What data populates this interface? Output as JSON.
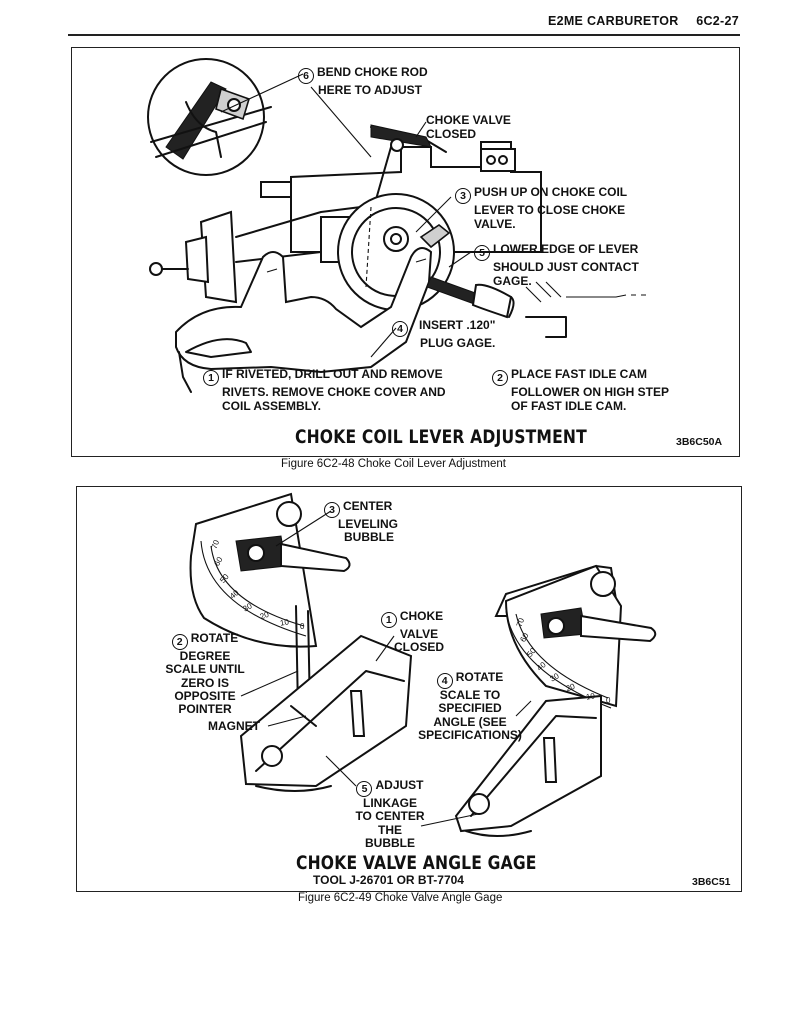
{
  "header": {
    "title": "E2ME CARBURETOR",
    "page": "6C2-27"
  },
  "figure48": {
    "title": "CHOKE COIL LEVER ADJUSTMENT",
    "code": "3B6C50A",
    "caption": "Figure 6C2-48 Choke Coil Lever Adjustment",
    "callouts": [
      {
        "num": "1",
        "lines": [
          "IF RIVETED, DRILL OUT AND REMOVE",
          "RIVETS. REMOVE CHOKE COVER AND",
          "COIL ASSEMBLY."
        ]
      },
      {
        "num": "2",
        "lines": [
          "PLACE FAST IDLE CAM",
          "FOLLOWER ON HIGH STEP",
          "OF FAST IDLE CAM."
        ]
      },
      {
        "num": "3",
        "lines": [
          "PUSH UP ON CHOKE COIL",
          "LEVER TO CLOSE  CHOKE",
          "VALVE."
        ]
      },
      {
        "num": "4",
        "lines": [
          "INSERT .120\"",
          "PLUG GAGE."
        ]
      },
      {
        "num": "5",
        "lines": [
          "LOWER EDGE OF LEVER",
          "SHOULD JUST CONTACT",
          "GAGE."
        ]
      },
      {
        "num": "6",
        "lines": [
          "BEND CHOKE ROD",
          "HERE TO ADJUST"
        ]
      }
    ],
    "valve_label": [
      "CHOKE VALVE",
      "CLOSED"
    ]
  },
  "figure49": {
    "title": "CHOKE VALVE ANGLE GAGE",
    "subtitle": "TOOL J-26701 OR BT-7704",
    "code": "3B6C51",
    "caption": "Figure 6C2-49 Choke Valve Angle Gage",
    "callouts": [
      {
        "num": "1",
        "lines": [
          "CHOKE",
          "VALVE",
          "CLOSED"
        ]
      },
      {
        "num": "2",
        "lines": [
          "ROTATE",
          "DEGREE",
          "SCALE UNTIL",
          "ZERO IS",
          "OPPOSITE",
          "POINTER"
        ]
      },
      {
        "num": "3",
        "lines": [
          "CENTER",
          "LEVELING",
          "BUBBLE"
        ]
      },
      {
        "num": "4",
        "lines": [
          "ROTATE",
          "SCALE TO",
          "SPECIFIED",
          "ANGLE (SEE",
          "SPECIFICATIONS)"
        ]
      },
      {
        "num": "5",
        "lines": [
          "ADJUST",
          "LINKAGE",
          "TO CENTER",
          "THE",
          "BUBBLE"
        ]
      }
    ],
    "magnet_label": "MAGNET",
    "scale_left": [
      "70",
      "60",
      "50",
      "40",
      "30",
      "20",
      "10",
      "0"
    ],
    "scale_right": [
      "70",
      "60",
      "50",
      "40",
      "30",
      "20",
      "10",
      "0"
    ]
  }
}
